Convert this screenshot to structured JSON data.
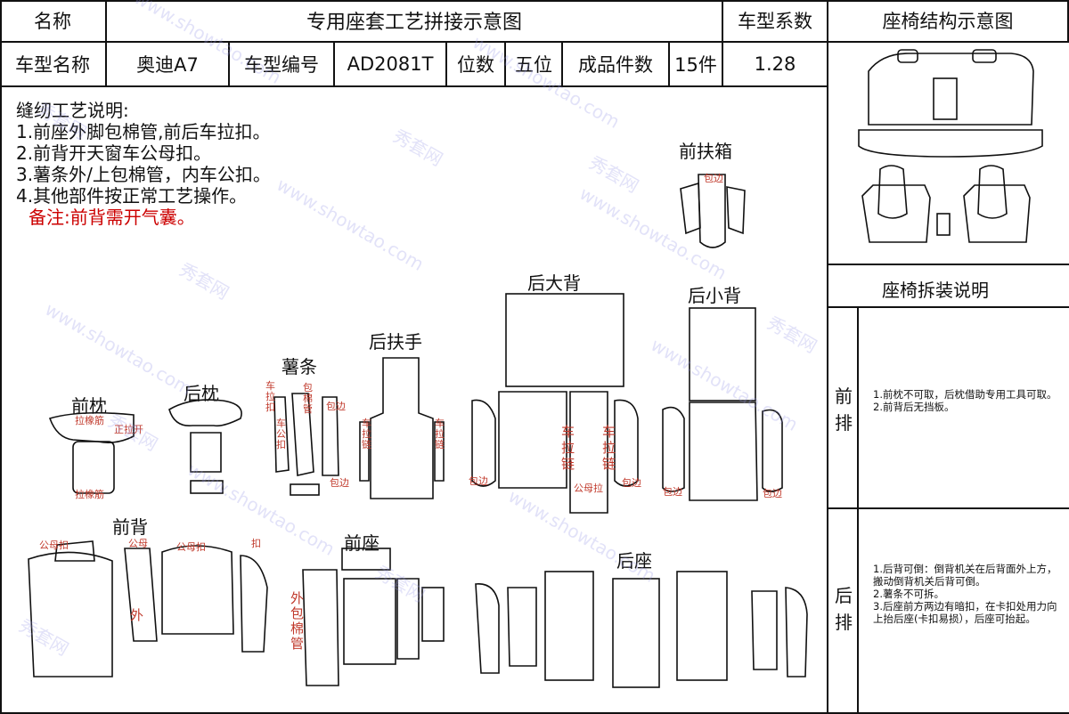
{
  "header": {
    "name_label": "名称",
    "title": "专用座套工艺拼接示意图",
    "coef_label": "车型系数",
    "structure_label": "座椅结构示意图",
    "car_name_label": "车型名称",
    "car_name": "奥迪A7",
    "car_code_label": "车型编号",
    "car_code": "AD2081T",
    "seats_label": "位数",
    "seats": "五位",
    "pieces_label": "成品件数",
    "pieces": "15件",
    "coef": "1.28"
  },
  "notes": {
    "title": "缝纫工艺说明:",
    "items": [
      "1.前座外脚包棉管,前后车拉扣。",
      "2.前背开天窗车公母扣。",
      "3.薯条外/上包棉管，内车公扣。",
      "4.其他部件按正常工艺操作。"
    ],
    "remark": "备注:前背需开气囊。"
  },
  "parts": {
    "front_armrest_box": "前扶箱",
    "rear_large_back": "后大背",
    "rear_small_back": "后小背",
    "chips": "薯条",
    "rear_armrest": "后扶手",
    "front_pillow": "前枕",
    "rear_pillow": "后枕",
    "front_back": "前背",
    "front_seat": "前座",
    "rear_seat": "后座"
  },
  "annotations": {
    "elastic": "拉橡筋",
    "zip_open": "正拉开",
    "male_female": "公母扣",
    "male_female_a": "公母",
    "buckle": "扣",
    "wrap_edge": "包边",
    "car_zip": "车拉链",
    "outer": "外",
    "outer_pipe": "外包棉管",
    "car_zip_buckle": "车拉扣",
    "wrap_pipe": "包棉管",
    "male_buckle": "车公扣",
    "pkg": "包",
    "zip_mf": "公母拉",
    "left_a": "车公",
    "left_b": "包边"
  },
  "right_panel": {
    "dismount_title": "座椅拆装说明",
    "front_row_label": "前排",
    "front_row_notes": [
      "1.前枕不可取，后枕借助专用工具可取。",
      "2.前背后无挡板。"
    ],
    "rear_row_label": "后排",
    "rear_row_notes": [
      "1.后背可倒：倒背机关在后背面外上方，搬动倒背机关后背可倒。",
      "2.薯条不可拆。",
      "3.后座前方两边有暗扣，在卡扣处用力向上抬后座(卡扣易损），后座可抬起。"
    ]
  },
  "watermark": {
    "cn": "秀套网",
    "url": "www.showtao.com"
  },
  "colors": {
    "line": "#111111",
    "annotation": "#c0392b",
    "watermark": "#9696e6"
  }
}
